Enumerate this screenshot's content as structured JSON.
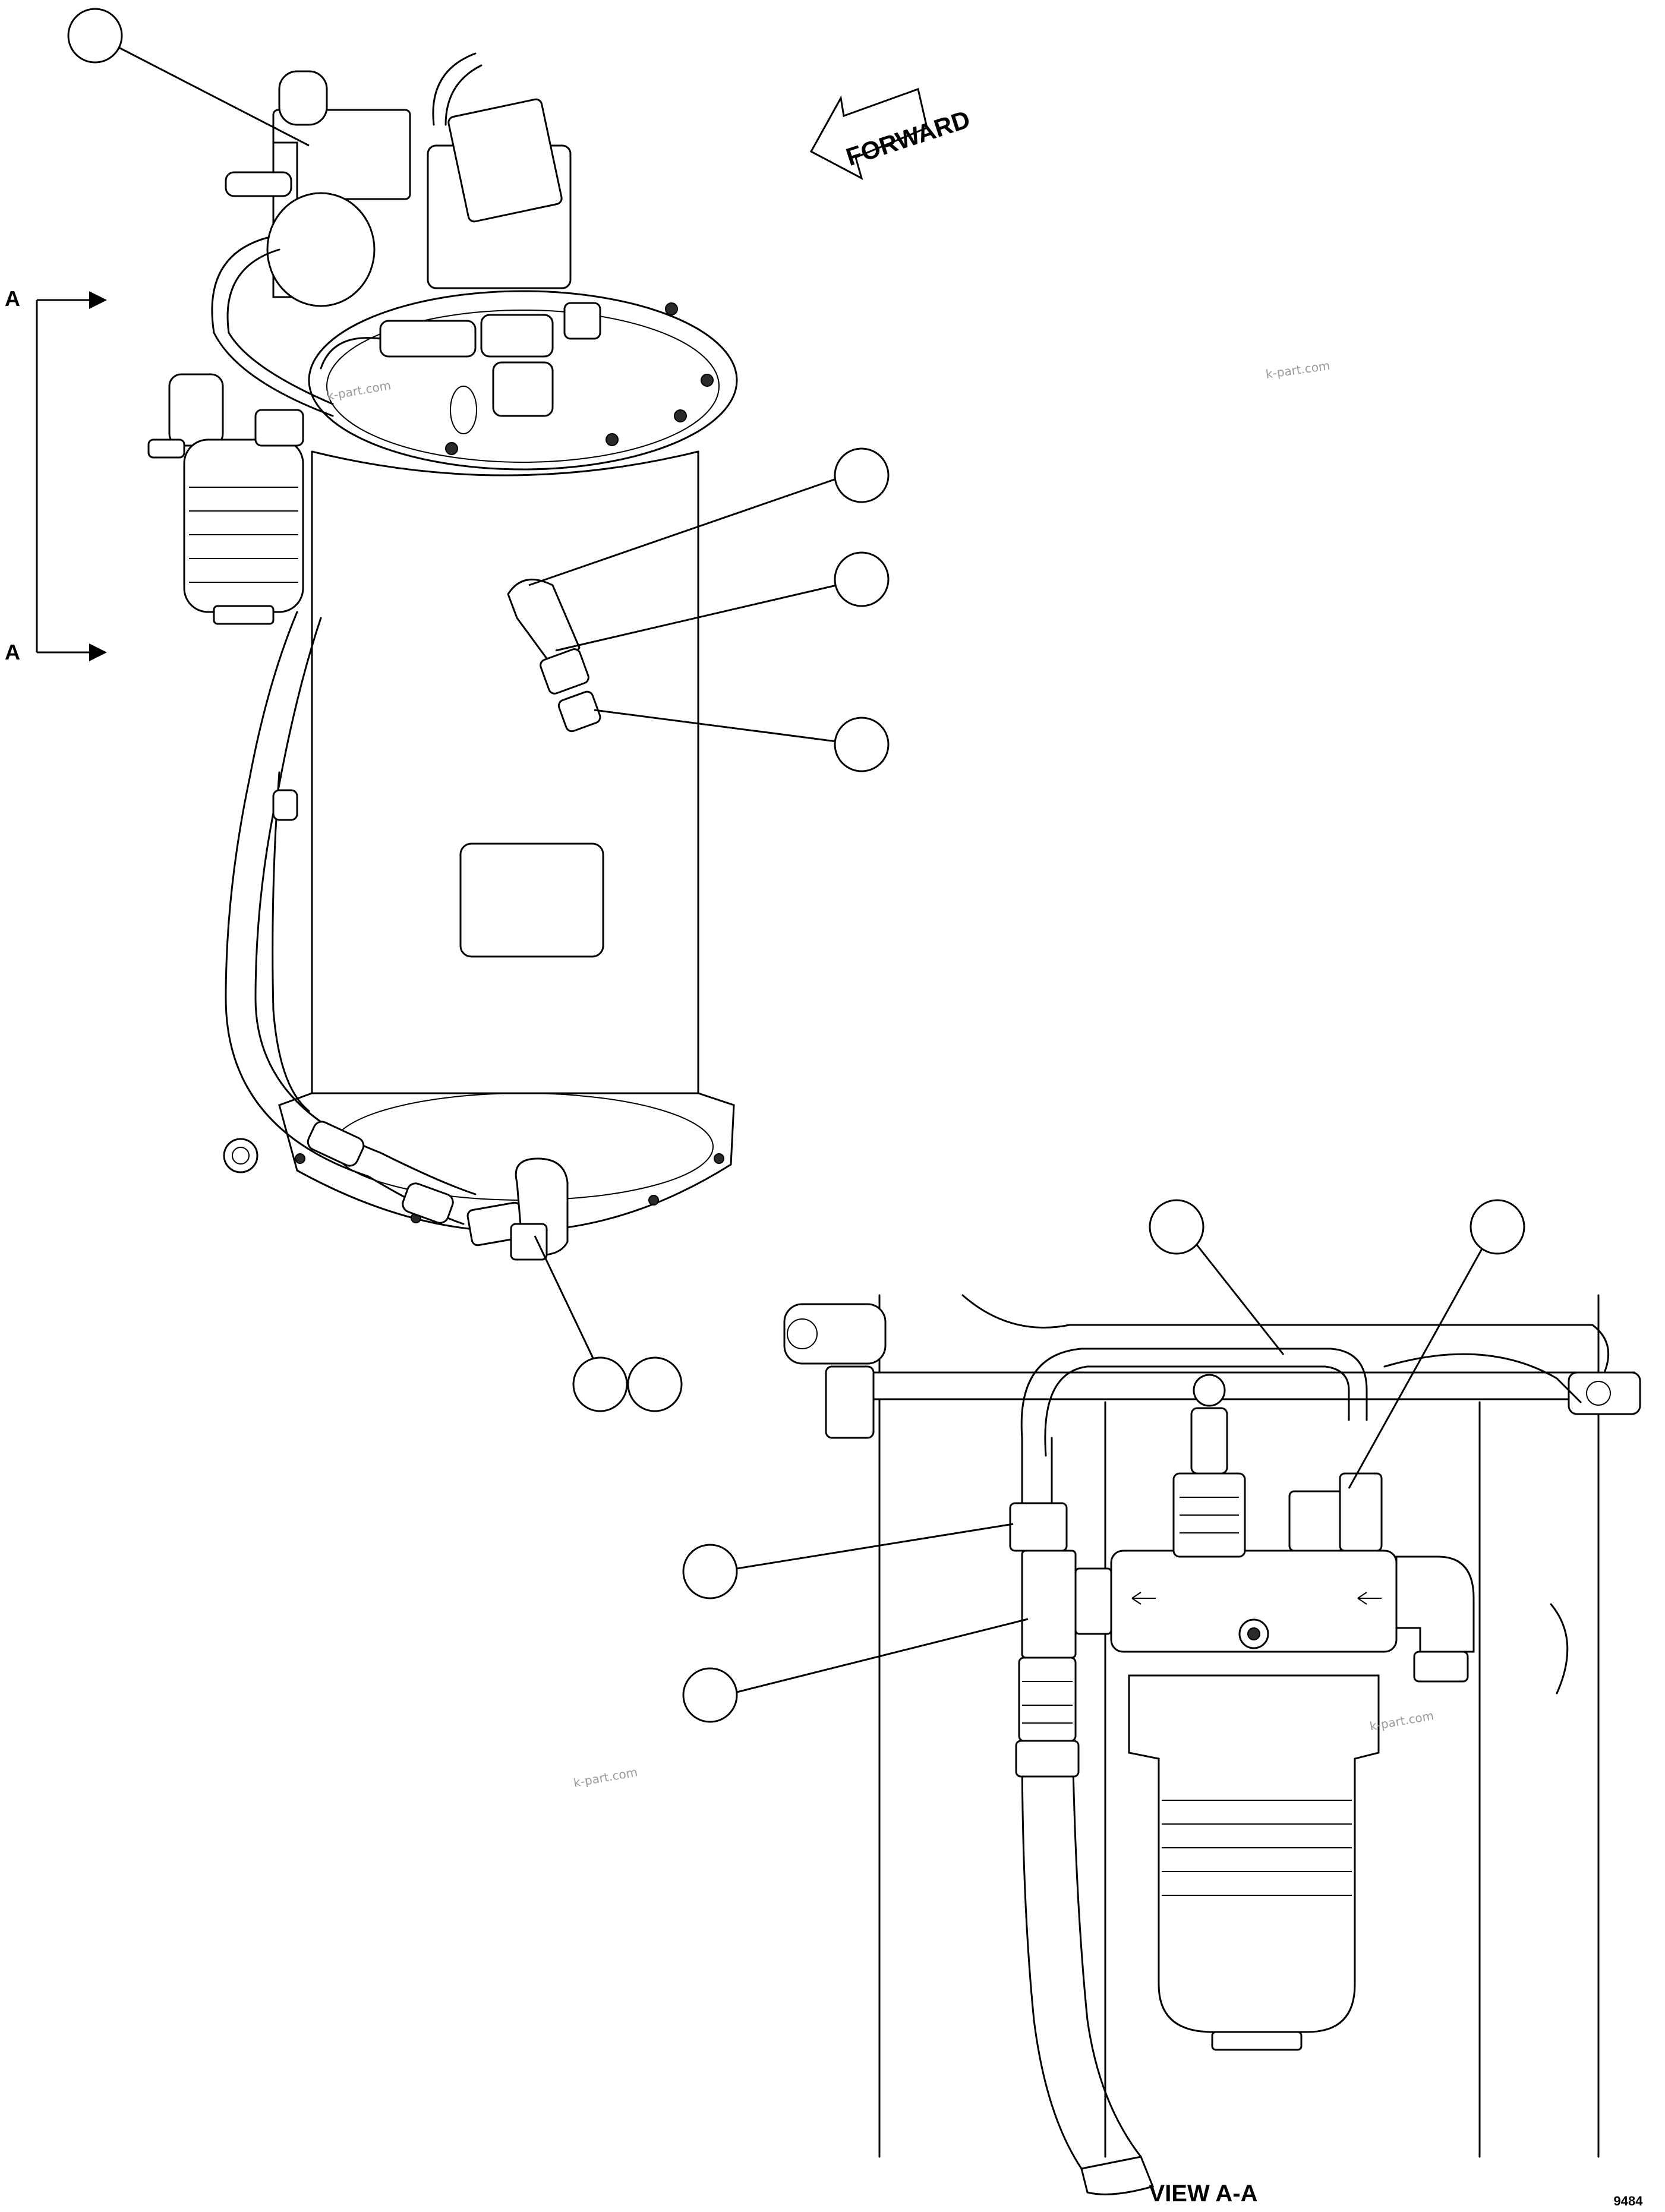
{
  "diagram": {
    "forward_label": "FORWARD",
    "section_marker_top": "A",
    "section_marker_bottom": "A",
    "view_title": "VIEW A-A",
    "figure_number": "9484",
    "watermarks": [
      "k-part.com",
      "k-part.com",
      "k-part.com",
      "k-part.com"
    ],
    "callouts": [
      {
        "id": "c1",
        "text": ""
      },
      {
        "id": "c2",
        "text": ""
      },
      {
        "id": "c3",
        "text": ""
      },
      {
        "id": "c4",
        "text": ""
      },
      {
        "id": "c5",
        "text": ""
      },
      {
        "id": "c6",
        "text": ""
      },
      {
        "id": "c7",
        "text": ""
      },
      {
        "id": "c8",
        "text": ""
      },
      {
        "id": "c9",
        "text": ""
      },
      {
        "id": "c10",
        "text": ""
      },
      {
        "id": "c11",
        "text": ""
      }
    ]
  }
}
